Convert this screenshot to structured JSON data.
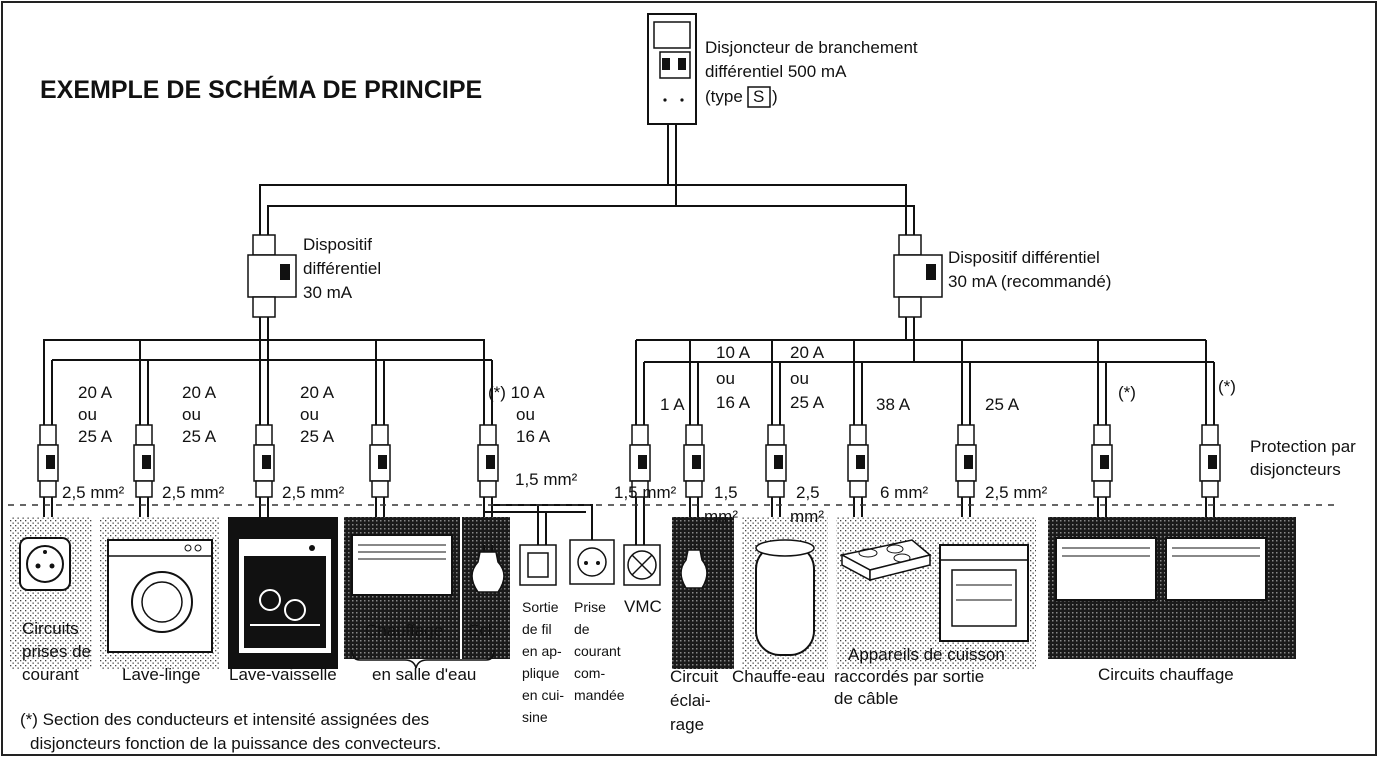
{
  "title": "EXEMPLE DE SCHÉMA DE PRINCIPE",
  "main_breaker": {
    "lines": [
      "Disjoncteur de branchement",
      "différentiel 500 mA",
      "(type",
      "S",
      ")"
    ]
  },
  "rcd_left": {
    "lines": [
      "Dispositif",
      "différentiel",
      "30 mA"
    ]
  },
  "rcd_right": {
    "lines": [
      "Dispositif différentiel",
      "30 mA (recommandé)"
    ]
  },
  "protection_label": {
    "lines": [
      "Protection par",
      "disjoncteurs"
    ]
  },
  "ratings": {
    "r1": [
      "20 A",
      "ou",
      "25 A"
    ],
    "r2": [
      "20 A",
      "ou",
      "25 A"
    ],
    "r3": [
      "20 A",
      "ou",
      "25 A"
    ],
    "r5": [
      "(*) 10 A",
      "ou",
      "16 A"
    ],
    "r6": [
      "1 A"
    ],
    "r7": [
      "10 A",
      "ou",
      "16 A"
    ],
    "r8": [
      "20 A",
      "ou",
      "25 A"
    ],
    "r9": [
      "38 A"
    ],
    "r10": [
      "25 A"
    ],
    "r11": [
      "(*)"
    ],
    "r12": [
      "(*)"
    ]
  },
  "sections": {
    "s1": "2,5 mm²",
    "s2": "2,5 mm²",
    "s3": "2,5 mm²",
    "s5": "1,5 mm²",
    "s6": "1,5 mm²",
    "s7": [
      "1,5",
      "mm²"
    ],
    "s8": [
      "2,5",
      "mm²"
    ],
    "s9": "6 mm²",
    "s10": "2,5  mm²"
  },
  "captions": {
    "prises": [
      "Circuits",
      "prises de",
      "courant"
    ],
    "lave_linge": "Lave-linge",
    "lave_vaisselle": "Lave-vaisselle",
    "chauffage": "Chauffage",
    "ecl": "Ecl.",
    "salle_eau": "en salle d'eau",
    "sortie": [
      "Sortie",
      "de fil",
      "en ap-",
      "plique",
      "en cui-",
      "sine"
    ],
    "prise_cmd": [
      "Prise",
      "de",
      "courant",
      "com-",
      "mandée"
    ],
    "vmc": "VMC",
    "eclairage": [
      "Circuit",
      "éclai-",
      "rage"
    ],
    "chauffe_eau": "Chauffe-eau",
    "cuisson": [
      "Appareils de cuisson",
      "raccordés par sortie",
      "de câble"
    ],
    "circuits_chauffage": "Circuits chauffage"
  },
  "footnote": [
    "(*) Section des conducteurs et intensité assignées des",
    "disjoncteurs fonction de la puissance des convecteurs."
  ]
}
